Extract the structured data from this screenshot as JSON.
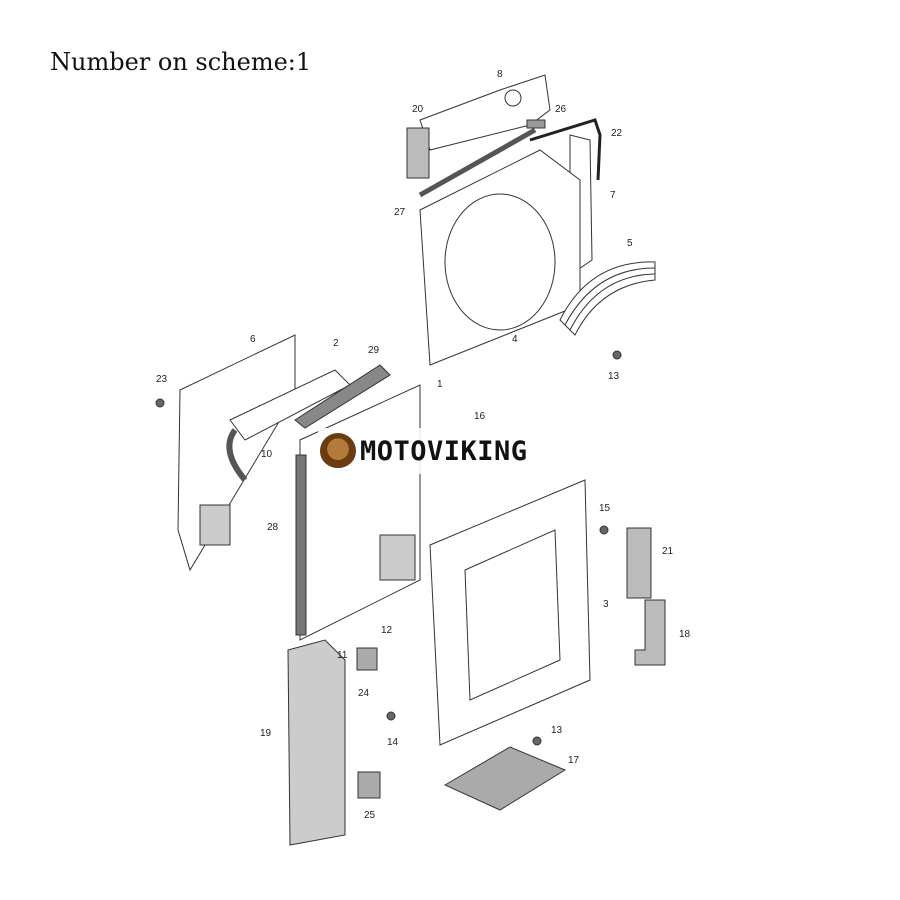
{
  "title": "Number on scheme:1",
  "logo": {
    "text": "MOTOVIKING"
  },
  "callouts": [
    "8",
    "20",
    "26",
    "22",
    "7",
    "27",
    "5",
    "4",
    "13",
    "6",
    "2",
    "29",
    "23",
    "1",
    "16",
    "10",
    "28",
    "15",
    "21",
    "3",
    "18",
    "12",
    "11",
    "24",
    "19",
    "13",
    "14",
    "17",
    "25"
  ]
}
